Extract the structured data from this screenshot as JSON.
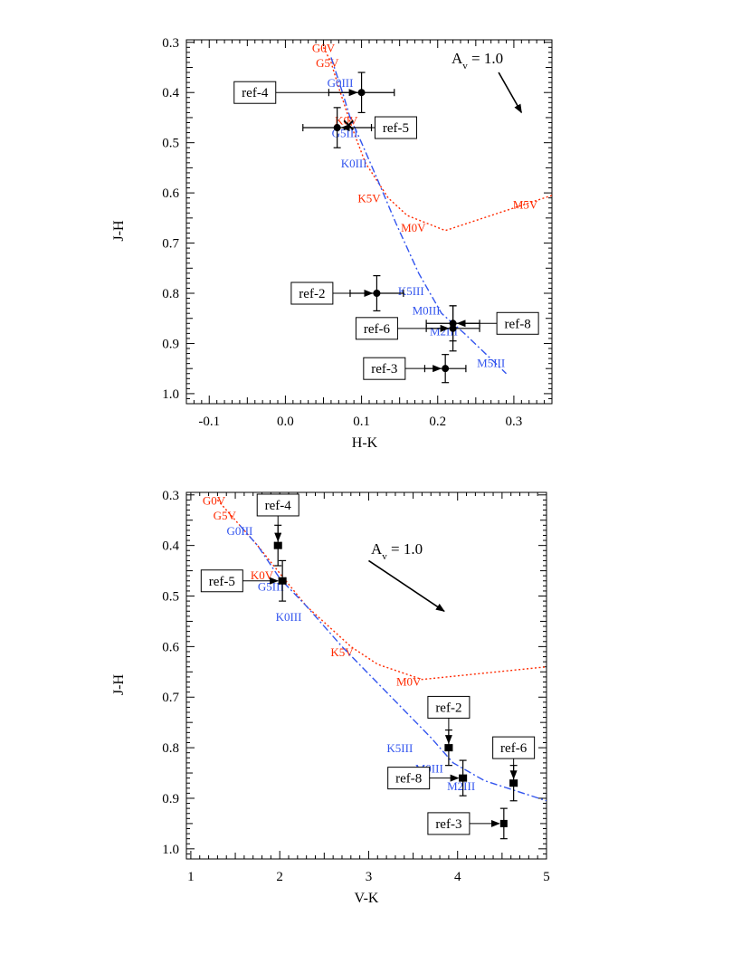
{
  "colors": {
    "dwarf": "#ff2a00",
    "giant": "#3355ee",
    "data": "#000000"
  },
  "chart_data": [
    {
      "type": "scatter",
      "xlabel": "H-K",
      "ylabel": "J-H",
      "xlim": [
        -0.13,
        0.35
      ],
      "ylim": [
        1.02,
        0.295
      ],
      "y_inverted": true,
      "xticks": [
        -0.1,
        0.0,
        0.1,
        0.2,
        0.3
      ],
      "xtick_labels": [
        "-0.1",
        "0.0",
        "0.1",
        "0.2",
        "0.3"
      ],
      "yticks": [
        0.3,
        0.4,
        0.5,
        0.6,
        0.7,
        0.8,
        0.9,
        1.0
      ],
      "ytick_labels": [
        "0.3",
        "0.4",
        "0.5",
        "0.6",
        "0.7",
        "0.8",
        "0.9",
        "1.0"
      ],
      "reddening": {
        "label": "A",
        "label_sub": "v",
        "label_rest": " = 1.0",
        "from": [
          0.28,
          0.36
        ],
        "to": [
          0.31,
          0.44
        ]
      },
      "sequences": [
        {
          "kind": "dwarf",
          "style": "dotted",
          "points": [
            [
              0.05,
              0.31
            ],
            [
              0.06,
              0.34
            ],
            [
              0.07,
              0.39
            ],
            [
              0.082,
              0.445
            ],
            [
              0.09,
              0.48
            ],
            [
              0.105,
              0.54
            ],
            [
              0.135,
              0.61
            ],
            [
              0.16,
              0.645
            ],
            [
              0.21,
              0.675
            ],
            [
              0.35,
              0.605
            ]
          ],
          "labels": [
            {
              "text": "G0V",
              "x": 0.05,
              "y": 0.31
            },
            {
              "text": "G5V",
              "x": 0.055,
              "y": 0.34
            },
            {
              "text": "K0V",
              "x": 0.08,
              "y": 0.455
            },
            {
              "text": "K5V",
              "x": 0.11,
              "y": 0.61
            },
            {
              "text": "M0V",
              "x": 0.168,
              "y": 0.668
            },
            {
              "text": "M5V",
              "x": 0.315,
              "y": 0.622
            }
          ]
        },
        {
          "kind": "giant",
          "style": "dashdot",
          "points": [
            [
              0.06,
              0.33
            ],
            [
              0.075,
              0.4
            ],
            [
              0.085,
              0.45
            ],
            [
              0.1,
              0.5
            ],
            [
              0.12,
              0.57
            ],
            [
              0.145,
              0.66
            ],
            [
              0.175,
              0.76
            ],
            [
              0.205,
              0.84
            ],
            [
              0.235,
              0.88
            ],
            [
              0.29,
              0.96
            ]
          ],
          "labels": [
            {
              "text": "G0III",
              "x": 0.072,
              "y": 0.38
            },
            {
              "text": "G5III",
              "x": 0.078,
              "y": 0.48
            },
            {
              "text": "K0III",
              "x": 0.09,
              "y": 0.54
            },
            {
              "text": "K5III",
              "x": 0.165,
              "y": 0.795
            },
            {
              "text": "M0III",
              "x": 0.185,
              "y": 0.833
            },
            {
              "text": "M2III",
              "x": 0.208,
              "y": 0.875
            },
            {
              "text": "M5III",
              "x": 0.27,
              "y": 0.938
            }
          ]
        }
      ],
      "points": [
        {
          "name": "ref-4",
          "x": 0.1,
          "y": 0.4,
          "xerr": 0.043,
          "yerr": 0.04,
          "marker": "circle",
          "box": [
            -0.04,
            0.4
          ]
        },
        {
          "name": "ref-5",
          "x": 0.068,
          "y": 0.47,
          "xerr": 0.045,
          "yerr": 0.04,
          "marker": "circle",
          "box": [
            0.145,
            0.47
          ]
        },
        {
          "name": "",
          "x": 0.083,
          "y": 0.465,
          "xerr": 0.0,
          "yerr": 0.0,
          "marker": "x",
          "box": null
        },
        {
          "name": "ref-2",
          "x": 0.12,
          "y": 0.8,
          "xerr": 0.035,
          "yerr": 0.035,
          "marker": "circle",
          "box": [
            0.035,
            0.8
          ]
        },
        {
          "name": "ref-6",
          "x": 0.22,
          "y": 0.87,
          "xerr": 0.035,
          "yerr": 0.045,
          "marker": "circle",
          "box": [
            0.12,
            0.87
          ]
        },
        {
          "name": "ref-8",
          "x": 0.22,
          "y": 0.86,
          "xerr": 0.035,
          "yerr": 0.035,
          "marker": "circle",
          "box": [
            0.305,
            0.86
          ]
        },
        {
          "name": "ref-3",
          "x": 0.21,
          "y": 0.95,
          "xerr": 0.027,
          "yerr": 0.028,
          "marker": "circle",
          "box": [
            0.13,
            0.95
          ]
        }
      ]
    },
    {
      "type": "scatter",
      "xlabel": "V-K",
      "ylabel": "J-H",
      "xlim": [
        0.95,
        5.0
      ],
      "ylim": [
        1.02,
        0.295
      ],
      "y_inverted": true,
      "xticks": [
        1,
        2,
        3,
        4,
        5
      ],
      "xtick_labels": [
        "1",
        "2",
        "3",
        "4",
        "5"
      ],
      "yticks": [
        0.3,
        0.4,
        0.5,
        0.6,
        0.7,
        0.8,
        0.9,
        1.0
      ],
      "ytick_labels": [
        "0.3",
        "0.4",
        "0.5",
        "0.6",
        "0.7",
        "0.8",
        "0.9",
        "1.0"
      ],
      "reddening": {
        "label": "A",
        "label_sub": "v",
        "label_rest": " = 1.0",
        "from": [
          3.0,
          0.43
        ],
        "to": [
          3.85,
          0.53
        ]
      },
      "sequences": [
        {
          "kind": "dwarf",
          "style": "dotted",
          "points": [
            [
              1.3,
              0.31
            ],
            [
              1.45,
              0.34
            ],
            [
              1.75,
              0.4
            ],
            [
              2.0,
              0.455
            ],
            [
              2.3,
              0.52
            ],
            [
              2.8,
              0.6
            ],
            [
              3.1,
              0.635
            ],
            [
              3.6,
              0.665
            ],
            [
              5.0,
              0.64
            ]
          ],
          "labels": [
            {
              "text": "G0V",
              "x": 1.26,
              "y": 0.31
            },
            {
              "text": "G5V",
              "x": 1.38,
              "y": 0.34
            },
            {
              "text": "K0V",
              "x": 1.8,
              "y": 0.458
            },
            {
              "text": "K5V",
              "x": 2.7,
              "y": 0.61
            },
            {
              "text": "M0V",
              "x": 3.45,
              "y": 0.668
            }
          ]
        },
        {
          "kind": "giant",
          "style": "dashdot",
          "points": [
            [
              1.55,
              0.36
            ],
            [
              1.75,
              0.4
            ],
            [
              2.0,
              0.465
            ],
            [
              2.3,
              0.52
            ],
            [
              2.7,
              0.6
            ],
            [
              3.2,
              0.69
            ],
            [
              3.7,
              0.78
            ],
            [
              3.95,
              0.83
            ],
            [
              4.3,
              0.865
            ],
            [
              5.0,
              0.905
            ]
          ],
          "labels": [
            {
              "text": "G0III",
              "x": 1.55,
              "y": 0.37
            },
            {
              "text": "G5III",
              "x": 1.9,
              "y": 0.48
            },
            {
              "text": "K0III",
              "x": 2.1,
              "y": 0.54
            },
            {
              "text": "K5III",
              "x": 3.35,
              "y": 0.8
            },
            {
              "text": "M0III",
              "x": 3.68,
              "y": 0.84
            },
            {
              "text": "M2III",
              "x": 4.04,
              "y": 0.875
            }
          ]
        }
      ],
      "points": [
        {
          "name": "ref-4",
          "x": 1.98,
          "y": 0.4,
          "xerr": 0.04,
          "yerr": 0.04,
          "marker": "square",
          "box": [
            1.98,
            0.32
          ]
        },
        {
          "name": "ref-5",
          "x": 2.03,
          "y": 0.47,
          "xerr": 0.04,
          "yerr": 0.04,
          "marker": "square",
          "box": [
            1.35,
            0.47
          ]
        },
        {
          "name": "ref-2",
          "x": 3.9,
          "y": 0.8,
          "xerr": 0.04,
          "yerr": 0.035,
          "marker": "square",
          "box": [
            3.9,
            0.72
          ]
        },
        {
          "name": "ref-6",
          "x": 4.63,
          "y": 0.87,
          "xerr": 0.04,
          "yerr": 0.035,
          "marker": "square",
          "box": [
            4.63,
            0.8
          ]
        },
        {
          "name": "ref-8",
          "x": 4.06,
          "y": 0.86,
          "xerr": 0.04,
          "yerr": 0.035,
          "marker": "square",
          "box": [
            3.45,
            0.86
          ]
        },
        {
          "name": "ref-3",
          "x": 4.52,
          "y": 0.95,
          "xerr": 0.0,
          "yerr": 0.03,
          "marker": "square",
          "box": [
            3.9,
            0.95
          ]
        }
      ]
    }
  ]
}
